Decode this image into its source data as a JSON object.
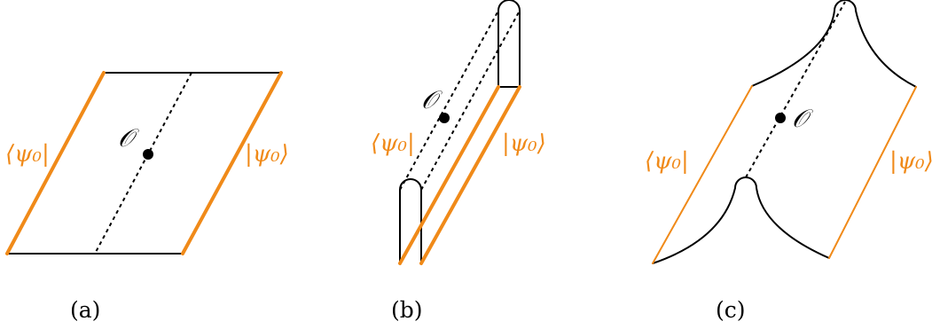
{
  "operator_label": "𝒪",
  "bra_label": "⟨ψ₀|",
  "ket_label": "|ψ₀⟩",
  "panels": [
    {
      "caption": "(a)"
    },
    {
      "caption": "(b)"
    },
    {
      "caption": "(c)"
    }
  ],
  "colors": {
    "state": "#f08a19",
    "ink": "#000000"
  }
}
